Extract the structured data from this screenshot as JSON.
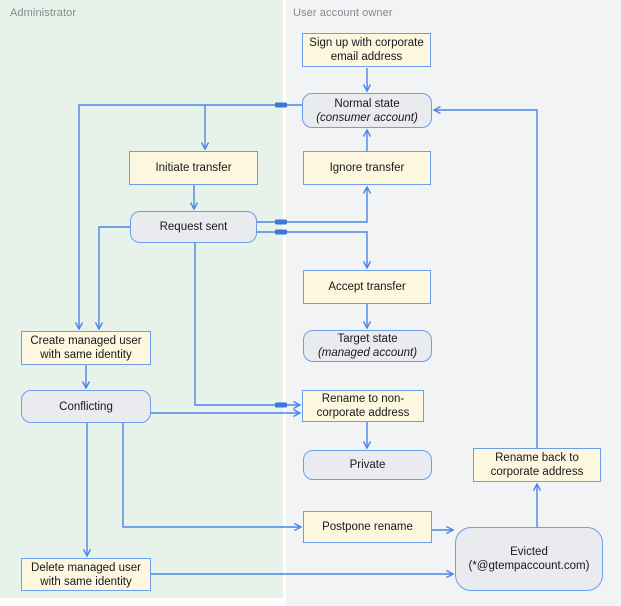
{
  "lanes": {
    "administrator": {
      "label": "Administrator"
    },
    "user": {
      "label": "User account owner"
    }
  },
  "nodes": {
    "signup": {
      "label": "Sign up with corporate email address",
      "kind": "action",
      "lane": "user"
    },
    "normal": {
      "label": "Normal state",
      "sublabel": "(consumer account)",
      "kind": "state",
      "lane": "user"
    },
    "initiate": {
      "label": "Initiate transfer",
      "kind": "action",
      "lane": "administrator"
    },
    "ignore": {
      "label": "Ignore transfer",
      "kind": "action",
      "lane": "user"
    },
    "request": {
      "label": "Request sent",
      "kind": "state",
      "lane": "administrator"
    },
    "accept": {
      "label": "Accept transfer",
      "kind": "action",
      "lane": "user"
    },
    "target": {
      "label": "Target state",
      "sublabel": "(managed account)",
      "kind": "state",
      "lane": "user"
    },
    "create": {
      "label": "Create managed user with same identity",
      "kind": "action",
      "lane": "administrator"
    },
    "conflicting": {
      "label": "Conflicting",
      "kind": "state",
      "lane": "administrator"
    },
    "rename_non": {
      "label": "Rename to non-corporate address",
      "kind": "action",
      "lane": "user"
    },
    "private": {
      "label": "Private",
      "kind": "state",
      "lane": "user"
    },
    "rename_back": {
      "label": "Rename back to corporate address",
      "kind": "action",
      "lane": "user"
    },
    "postpone": {
      "label": "Postpone rename",
      "kind": "action",
      "lane": "user"
    },
    "evicted": {
      "label": "Evicted",
      "sublabel": "(*@gtempaccount.com)",
      "kind": "state",
      "lane": "user"
    },
    "delete": {
      "label": "Delete managed user with same identity",
      "kind": "action",
      "lane": "administrator"
    }
  },
  "edges": [
    {
      "from": "signup",
      "to": "normal"
    },
    {
      "from": "ignore",
      "to": "normal"
    },
    {
      "from": "normal",
      "to": "create"
    },
    {
      "from": "normal",
      "to": "initiate"
    },
    {
      "from": "initiate",
      "to": "request"
    },
    {
      "from": "request",
      "to": "ignore"
    },
    {
      "from": "request",
      "to": "accept"
    },
    {
      "from": "request",
      "to": "create"
    },
    {
      "from": "request",
      "to": "rename_non"
    },
    {
      "from": "accept",
      "to": "target"
    },
    {
      "from": "create",
      "to": "conflicting"
    },
    {
      "from": "conflicting",
      "to": "rename_non"
    },
    {
      "from": "conflicting",
      "to": "delete"
    },
    {
      "from": "conflicting",
      "to": "postpone"
    },
    {
      "from": "rename_non",
      "to": "private"
    },
    {
      "from": "postpone",
      "to": "evicted"
    },
    {
      "from": "delete",
      "to": "evicted"
    },
    {
      "from": "evicted",
      "to": "rename_back"
    },
    {
      "from": "rename_back",
      "to": "normal"
    }
  ],
  "colors": {
    "action_fill": "#fef7e0",
    "state_fill": "#e9ebee",
    "box_border": "#6d9eeb",
    "arrow": "#4a86e8",
    "lane_admin_bg": "#e7f3ea",
    "lane_user_bg": "#f1f3f4",
    "lane_label_text": "#85898d"
  }
}
